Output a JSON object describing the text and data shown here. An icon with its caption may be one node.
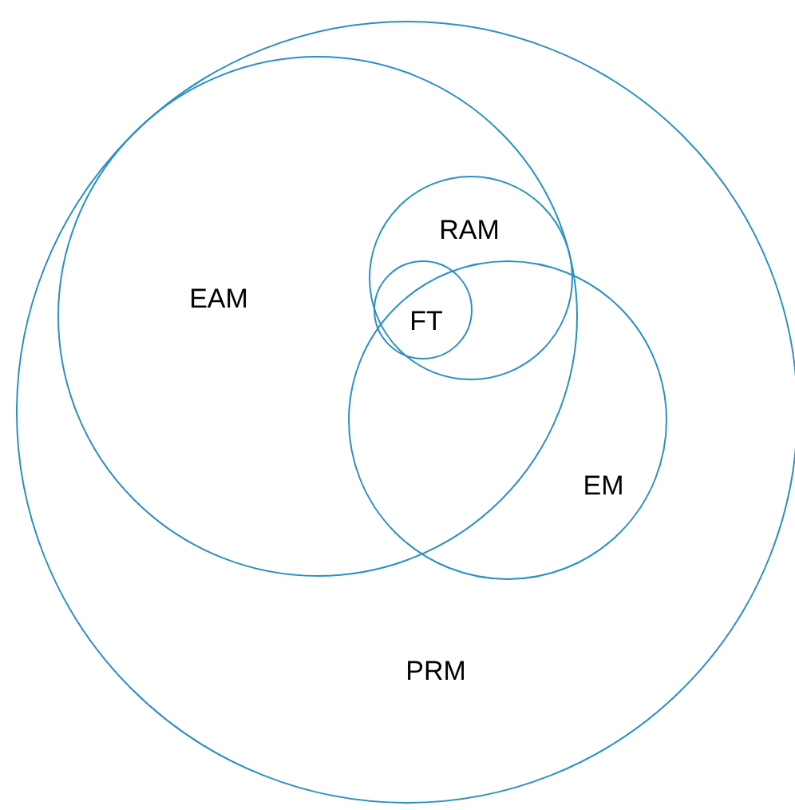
{
  "diagram": {
    "nodes": [
      {
        "text": [
          "PRM"
        ]
      },
      {
        "text": [
          "EAM"
        ],
        "in": 0
      },
      {
        "text": [
          "RAM"
        ],
        "in": 1
      },
      {
        "text": [
          "FT"
        ]
      },
      {
        "text": [
          "EM"
        ],
        "in": 0
      }
    ]
  }
}
